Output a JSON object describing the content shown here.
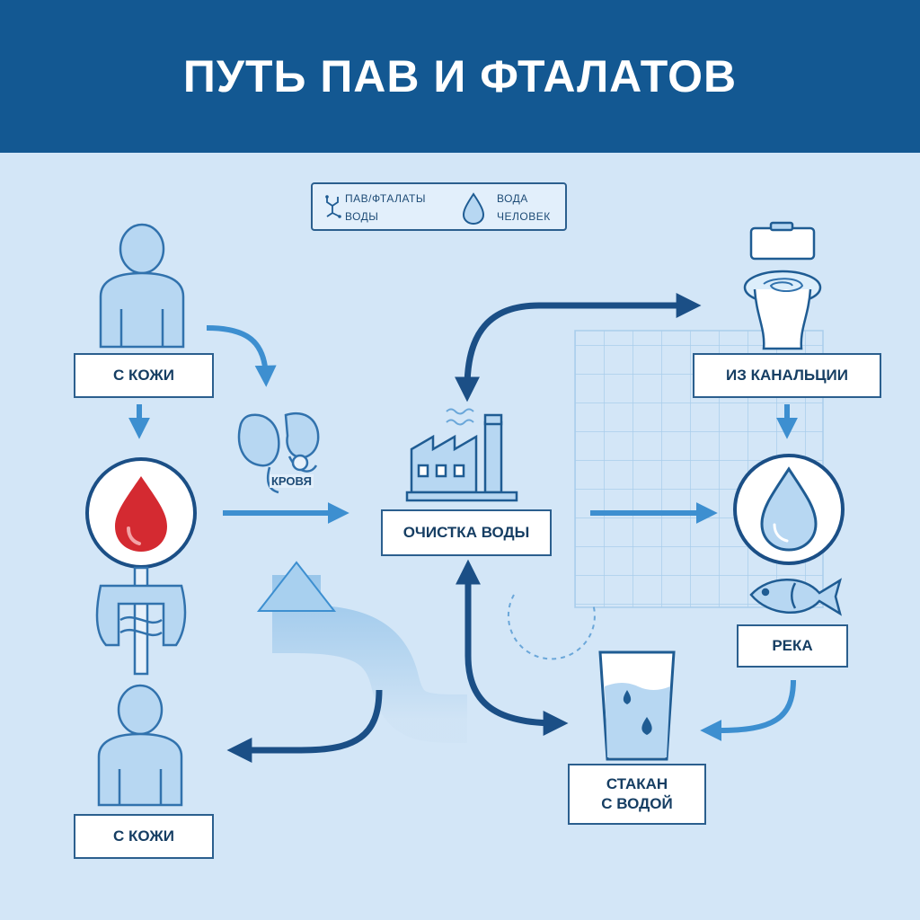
{
  "title": "ПУТЬ ПАВ И ФТАЛАТОВ",
  "legend": {
    "items": [
      {
        "label": "ПАВ/ФТАЛАТЫ",
        "icon": "molecule-icon"
      },
      {
        "label": "ВОДЫ",
        "icon": "molecule-icon"
      },
      {
        "label": "ВОДА",
        "icon": "water-drop-icon"
      },
      {
        "label": "ЧЕЛОВЕК",
        "icon": "water-drop-icon"
      }
    ]
  },
  "nodes": {
    "skin_top": "С КОЖИ",
    "skin_bottom": "С КОЖИ",
    "blood": "КРОВЯ",
    "treatment": "ОЧИСТКА ВОДЫ",
    "sewer": "ИЗ КАНАЛЬЦИИ",
    "river": "РЕКА",
    "glass_line1": "СТАКАН",
    "glass_line2": "С ВОДОЙ"
  },
  "colors": {
    "header": "#135892",
    "background": "#d3e6f7",
    "dark_arrow": "#1b4f86",
    "light_arrow": "#3d8fd0",
    "blood_drop": "#d42a31",
    "icon_outline": "#3172ad"
  }
}
